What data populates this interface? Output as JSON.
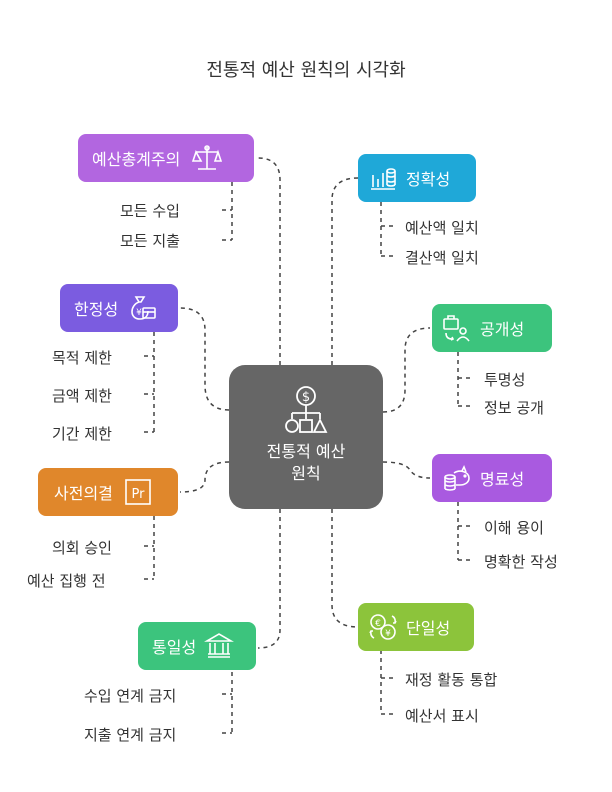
{
  "title": "전통적 예산 원칙의 시각화",
  "center": {
    "label_line1": "전통적 예산",
    "label_line2": "원칙",
    "icon": "dollar-hierarchy-icon"
  },
  "colors": {
    "center": "#666666",
    "budget_total": "#b266e0",
    "accuracy": "#1fa8d8",
    "limitation": "#7b5ce0",
    "disclosure": "#3cc47d",
    "clarity": "#a95ae0",
    "prior_approval": "#e0872b",
    "unity": "#8cc43b",
    "uniformity": "#3cc47d"
  },
  "nodes": [
    {
      "id": "budget_total",
      "label": "예산총계주의",
      "icon": "scale-icon",
      "items": [
        "모든 수입",
        "모든 지출"
      ]
    },
    {
      "id": "limitation",
      "label": "한정성",
      "icon": "money-bag-icon",
      "items": [
        "목적 제한",
        "금액 제한",
        "기간 제한"
      ]
    },
    {
      "id": "prior_approval",
      "label": "사전의결",
      "icon": "document-pr-icon",
      "items": [
        "의회 승인",
        "예산 집행 전"
      ]
    },
    {
      "id": "uniformity",
      "label": "통일성",
      "icon": "bank-icon",
      "items": [
        "수입 연계 금지",
        "지출 연계 금지"
      ]
    },
    {
      "id": "accuracy",
      "label": "정확성",
      "icon": "chart-coins-icon",
      "items": [
        "예산액 일치",
        "결산액 일치"
      ]
    },
    {
      "id": "disclosure",
      "label": "공개성",
      "icon": "briefcase-person-icon",
      "items": [
        "투명성",
        "정보 공개"
      ]
    },
    {
      "id": "clarity",
      "label": "명료성",
      "icon": "piggy-bank-icon",
      "items": [
        "이해 용이",
        "명확한 작성"
      ]
    },
    {
      "id": "unity",
      "label": "단일성",
      "icon": "currency-exchange-icon",
      "items": [
        "재정 활동 통합",
        "예산서 표시"
      ]
    }
  ]
}
